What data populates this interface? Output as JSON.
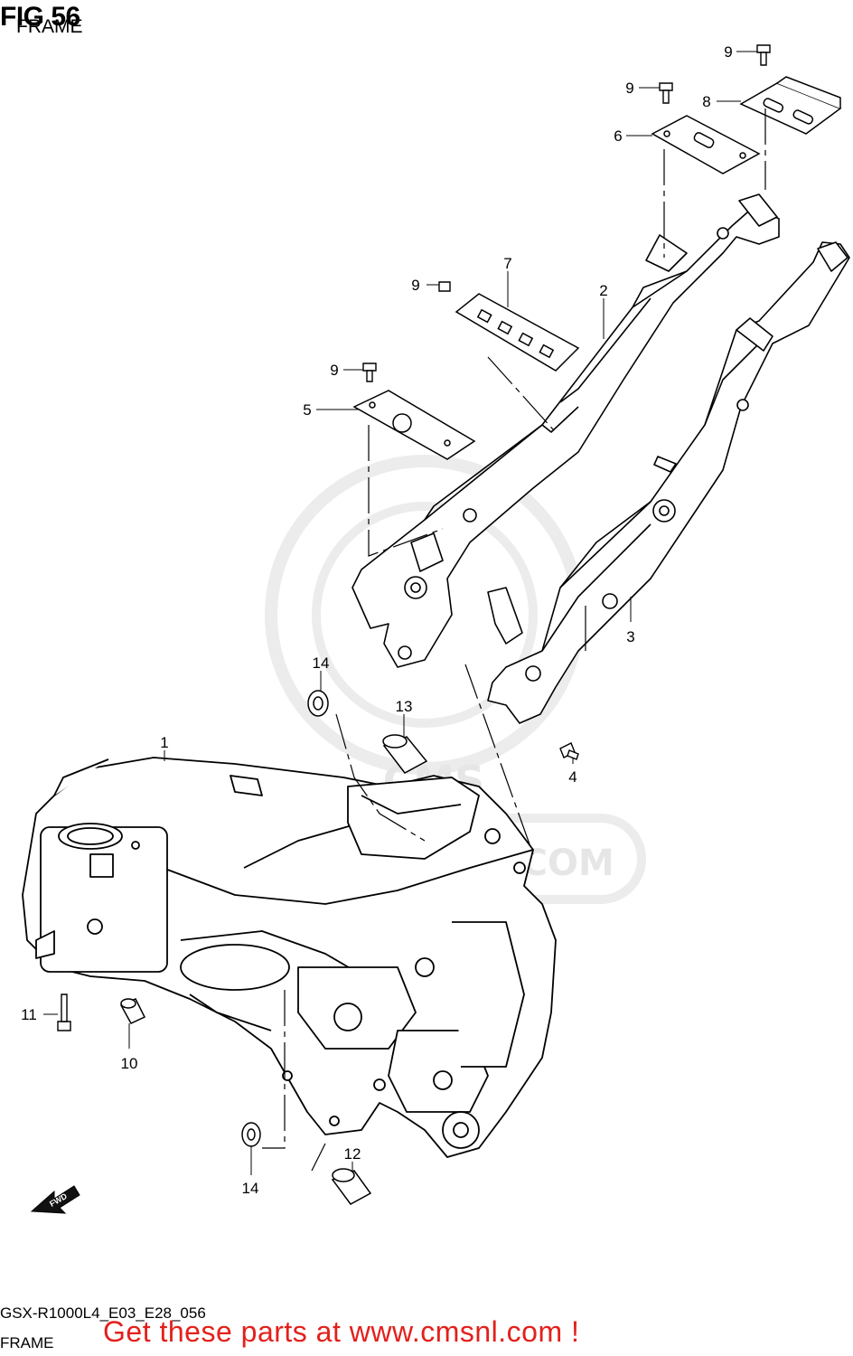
{
  "figure": {
    "title": "FIG 56",
    "subtitle": "FRAME"
  },
  "watermark": {
    "text": "WWW.CMSNL.COM",
    "logo_text": "CMS"
  },
  "fwd_arrow": {
    "label": "FWD"
  },
  "callouts": [
    {
      "id": "1",
      "label": "1"
    },
    {
      "id": "2",
      "label": "2"
    },
    {
      "id": "3",
      "label": "3"
    },
    {
      "id": "4",
      "label": "4"
    },
    {
      "id": "5",
      "label": "5"
    },
    {
      "id": "6",
      "label": "6"
    },
    {
      "id": "7",
      "label": "7"
    },
    {
      "id": "8",
      "label": "8"
    },
    {
      "id": "9a",
      "label": "9"
    },
    {
      "id": "9b",
      "label": "9"
    },
    {
      "id": "9c",
      "label": "9"
    },
    {
      "id": "9d",
      "label": "9"
    },
    {
      "id": "10",
      "label": "10"
    },
    {
      "id": "11",
      "label": "11"
    },
    {
      "id": "12",
      "label": "12"
    },
    {
      "id": "13",
      "label": "13"
    },
    {
      "id": "14a",
      "label": "14"
    },
    {
      "id": "14b",
      "label": "14"
    }
  ],
  "footer": {
    "code": "GSX-R1000L4_E03_E28_056",
    "caption": "FRAME",
    "promo": "Get these parts at www.cmsnl.com !"
  },
  "colors": {
    "line": "#000000",
    "promo": "#e3201b",
    "watermark": "#e6e6e6"
  }
}
